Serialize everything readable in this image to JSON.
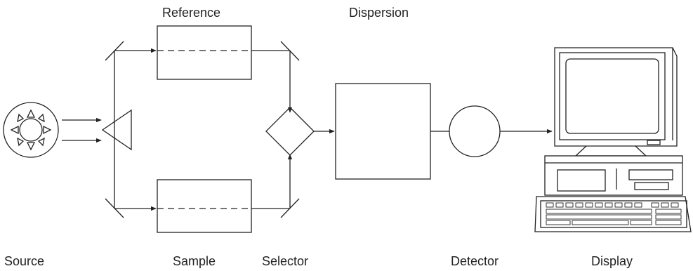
{
  "labels": {
    "reference": "Reference",
    "dispersion": "Dispersion",
    "source": "Source",
    "sample": "Sample",
    "selector": "Selector",
    "detector": "Detector",
    "display": "Display"
  },
  "colors": {
    "stroke": "#222222",
    "background": "#ffffff"
  },
  "icons": [
    "sun-icon",
    "computer-icon"
  ]
}
